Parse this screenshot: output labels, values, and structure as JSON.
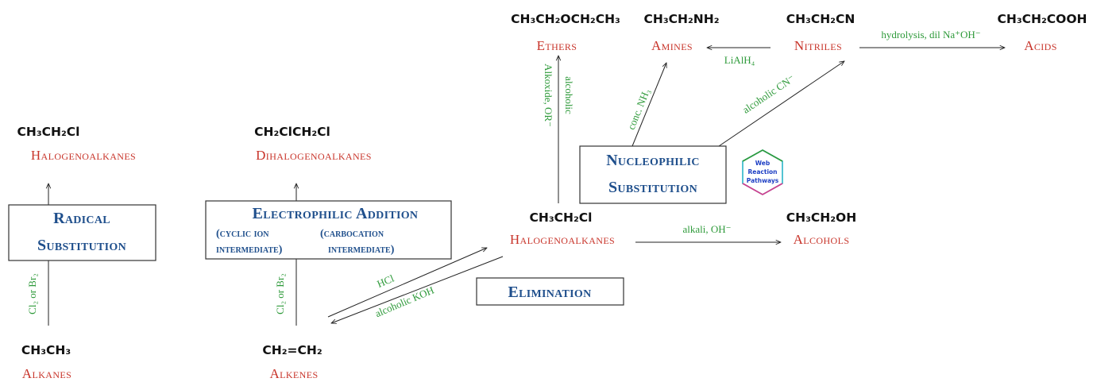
{
  "compounds": {
    "alkane": {
      "formula": "CH₃CH₃",
      "name": "Alkanes"
    },
    "alkene": {
      "formula": "CH₂=CH₂",
      "name": "Alkenes"
    },
    "halo_radical": {
      "formula": "CH₃CH₂Cl",
      "name": "Halogenoalkanes"
    },
    "dihalo": {
      "formula": "CH₂ClCH₂Cl",
      "name": "Dihalogenoalkanes"
    },
    "halo_center": {
      "formula": "CH₃CH₂Cl",
      "name": "Halogenoalkanes"
    },
    "ether": {
      "formula": "CH₃CH₂OCH₂CH₃",
      "name": "Ethers"
    },
    "amine": {
      "formula": "CH₃CH₂NH₂",
      "name": "Amines"
    },
    "nitrile": {
      "formula": "CH₃CH₂CN",
      "name": "Nitriles"
    },
    "acid": {
      "formula": "CH₃CH₂COOH",
      "name": "Acids"
    },
    "alcohol": {
      "formula": "CH₃CH₂OH",
      "name": "Alcohols"
    }
  },
  "mechanisms": {
    "radical": {
      "line1": "Radical",
      "line2": "Substitution"
    },
    "electrophilic": {
      "title": "Electrophilic Addition",
      "left1": "(cyclic ion",
      "left2": "intermediate)",
      "right1": "(carbocation",
      "right2": "intermediate)"
    },
    "nucleophilic": {
      "line1": "Nucleophilic",
      "line2": "Substitution"
    },
    "elimination": {
      "title": "Elimination"
    }
  },
  "conditions": {
    "alkane_halo": "Cl₂ or Br₂",
    "alkene_dihalo": "Cl₂ or Br₂",
    "hcl": "HCl",
    "alc_koh": "alcoholic KOH",
    "alkoxide": "Alkoxide, OR⁻",
    "alcoholic": "alcoholic",
    "conc_nh3": "conc. NH₃",
    "alc_cn": "alcoholic CN⁻",
    "lialh4": "LiAlH₄",
    "hydrolysis": "hydrolysis, dil Na⁺OH⁻",
    "alkali": "alkali, OH⁻"
  },
  "logo": {
    "line1": "Web",
    "line2": "Reaction",
    "line3": "Pathways"
  },
  "colors": {
    "class_name": "#c8342a",
    "condition": "#2e9a3a",
    "mechanism": "#1f4f8c",
    "logo_text": "#1e3fc4"
  }
}
